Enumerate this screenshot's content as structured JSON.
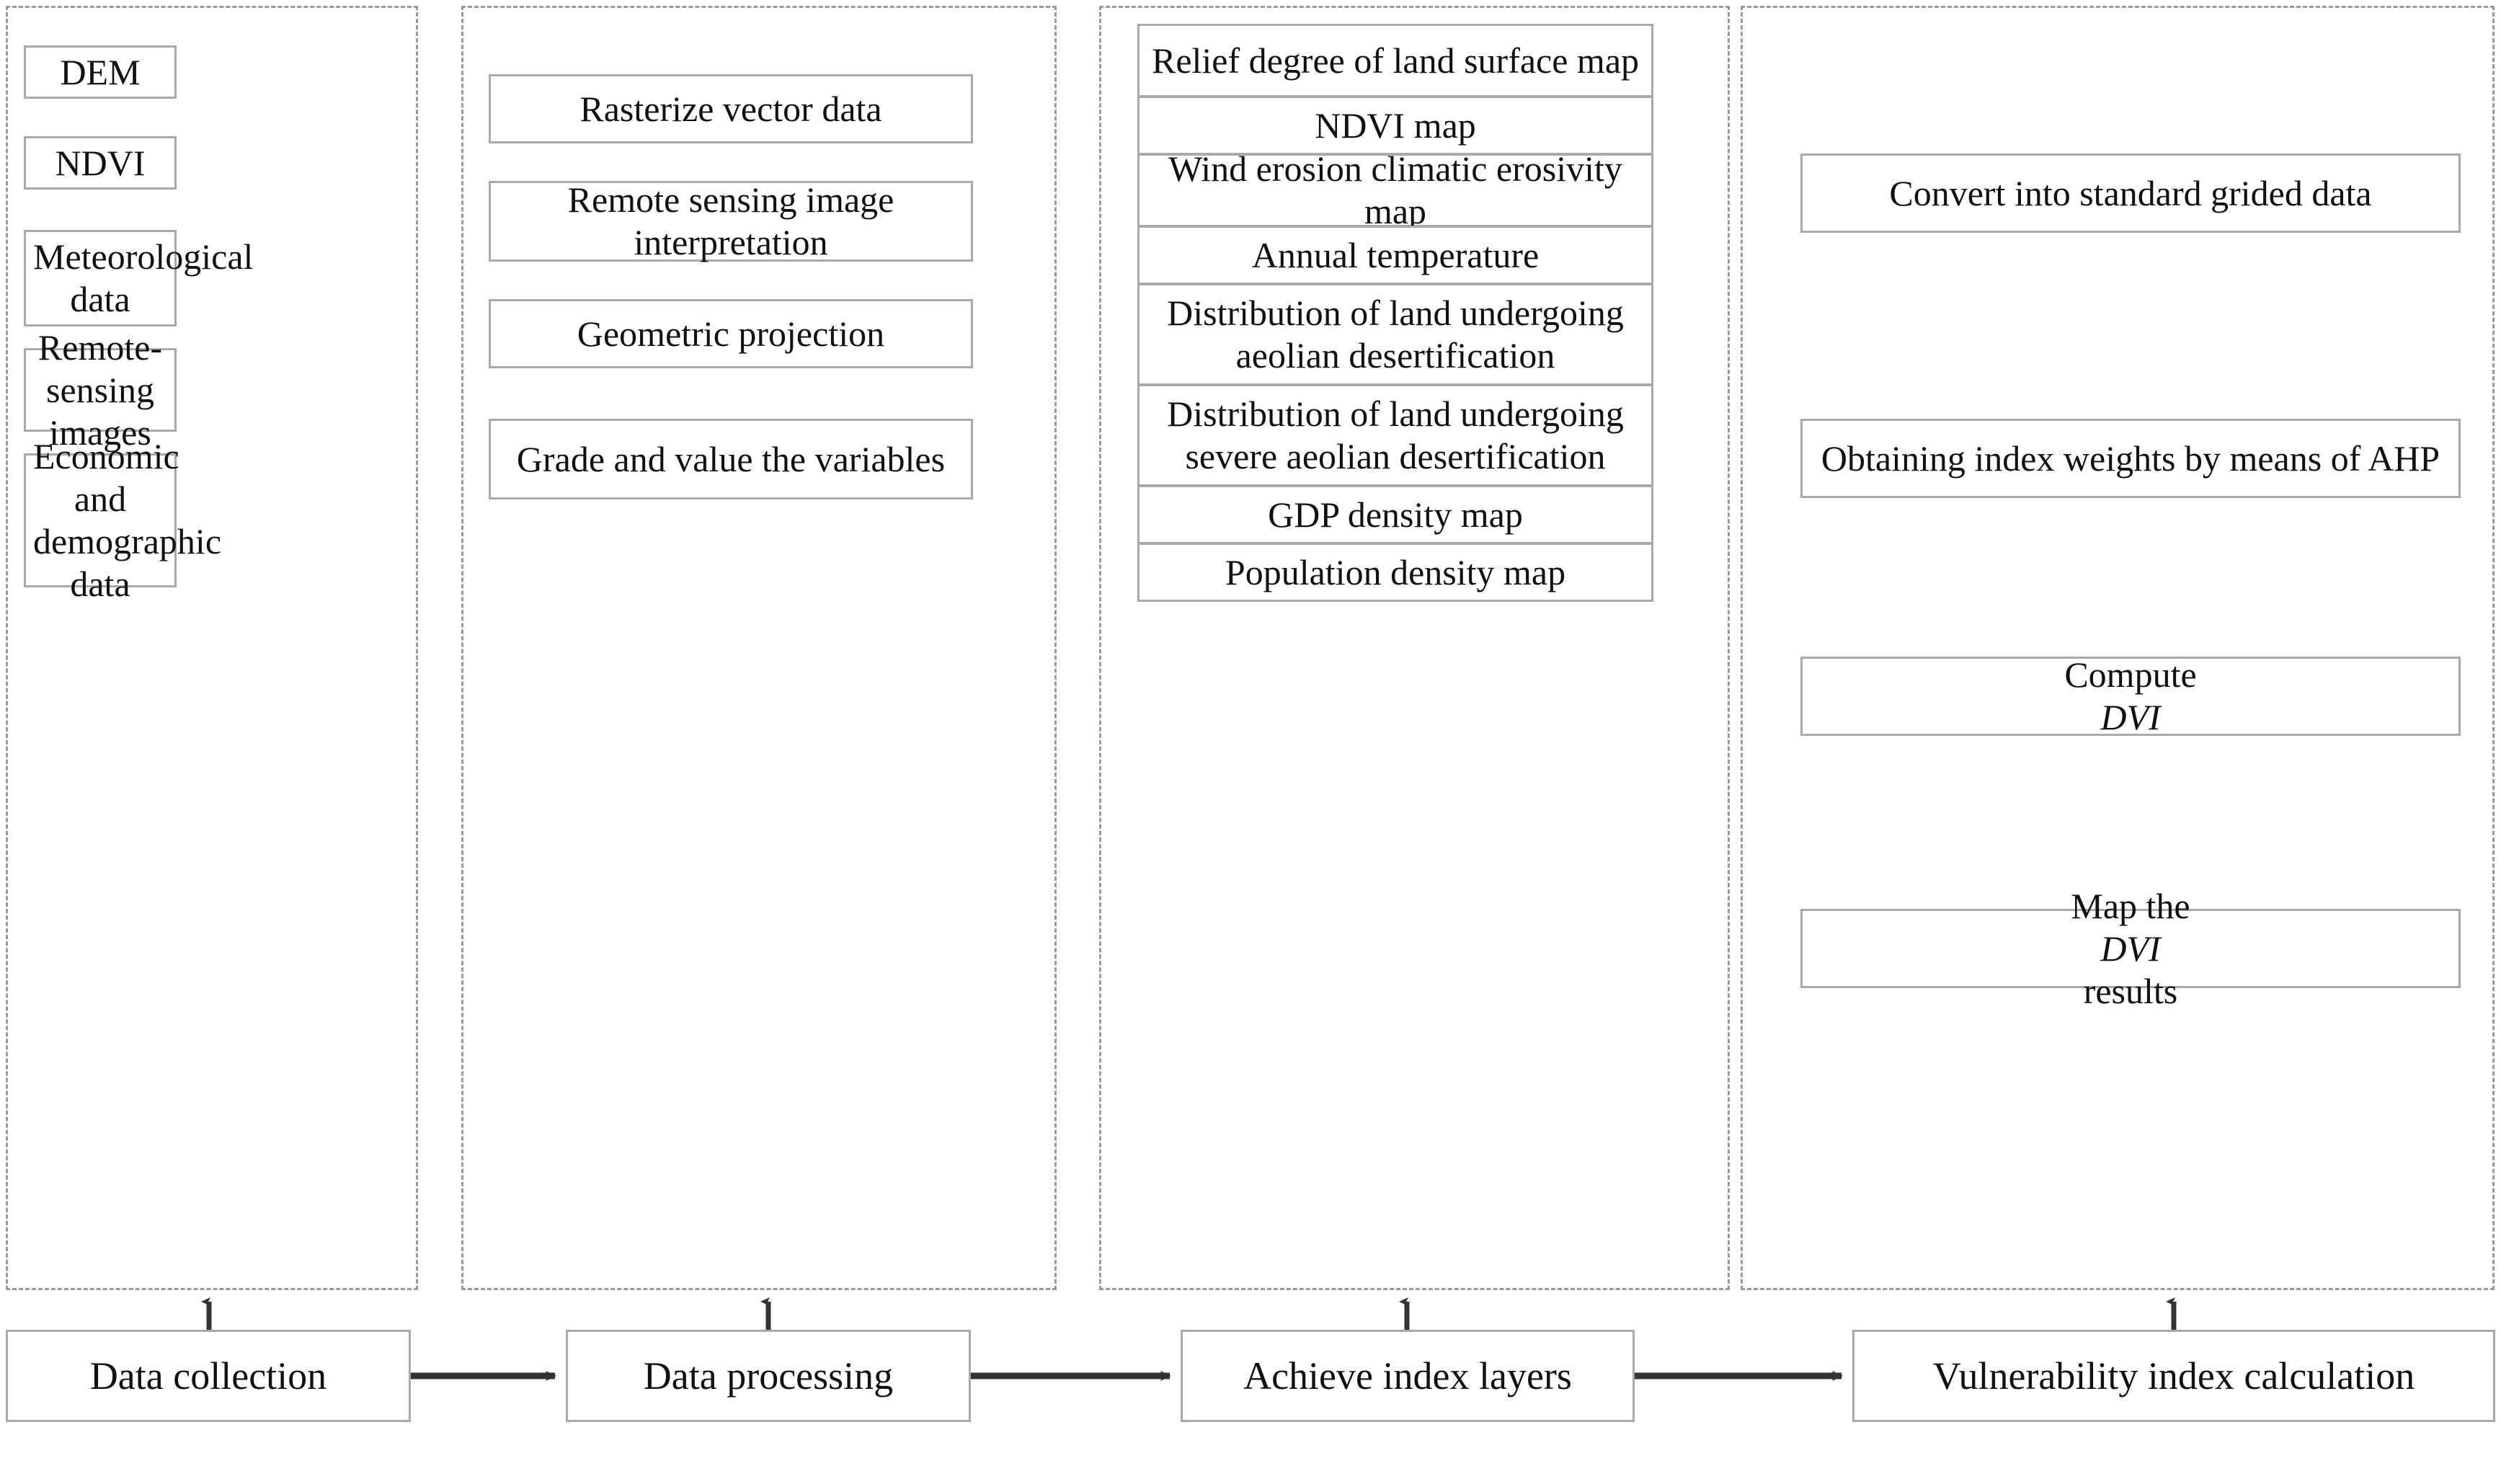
{
  "diagram": {
    "type": "flowchart",
    "title": "",
    "orientation": "left-to-right with vertical feeders",
    "colors": {
      "group_border": "#9a9a9a",
      "node_border": "#a9a9a9",
      "text": "#111111",
      "background": "#ffffff",
      "arrow": "#333333"
    }
  },
  "columns": [
    {
      "id": "data-collection",
      "stage_label": "Data collection",
      "items": [
        {
          "label": "DEM"
        },
        {
          "label": "NDVI"
        },
        {
          "label": "Meteorological data"
        },
        {
          "label": "Remote-sensing images"
        },
        {
          "label": "Economic and demographic data"
        }
      ]
    },
    {
      "id": "data-processing",
      "stage_label": "Data processing",
      "items": [
        {
          "label": "Rasterize vector data"
        },
        {
          "label": "Remote sensing image interpretation"
        },
        {
          "label": "Geometric projection"
        },
        {
          "label": "Grade and value the variables"
        }
      ]
    },
    {
      "id": "achieve-index-layers",
      "stage_label": "Achieve index layers",
      "items": [
        {
          "label": "Relief degree of land surface map"
        },
        {
          "label": "NDVI map"
        },
        {
          "label": "Wind erosion climatic erosivity map"
        },
        {
          "label": "Annual temperature"
        },
        {
          "label": "Distribution of land undergoing aeolian desertification"
        },
        {
          "label": "Distribution of land undergoing severe aeolian desertification"
        },
        {
          "label": "GDP density map"
        },
        {
          "label": "Population density map"
        }
      ]
    },
    {
      "id": "vulnerability-index-calculation",
      "stage_label": "Vulnerability index calculation",
      "items": [
        {
          "label": "Convert into standard grided data"
        },
        {
          "label": "Obtaining index weights by means of AHP"
        },
        {
          "label": "Compute DVI",
          "italic_term": "DVI",
          "pre": "Compute ",
          "post": ""
        },
        {
          "label": "Map the DVI results",
          "italic_term": "DVI",
          "pre": "Map the ",
          "post": " results"
        }
      ]
    }
  ],
  "flow_arrows": [
    {
      "from": "Data collection",
      "to": "Data processing"
    },
    {
      "from": "Data processing",
      "to": "Achieve index layers"
    },
    {
      "from": "Achieve index layers",
      "to": "Vulnerability index calculation"
    }
  ],
  "feeder_arrows": [
    {
      "from": "Data collection",
      "to": "data-collection group"
    },
    {
      "from": "Data processing",
      "to": "data-processing group"
    },
    {
      "from": "Achieve index layers",
      "to": "achieve-index-layers group"
    },
    {
      "from": "Vulnerability index calculation",
      "to": "vulnerability-index-calculation group"
    }
  ]
}
